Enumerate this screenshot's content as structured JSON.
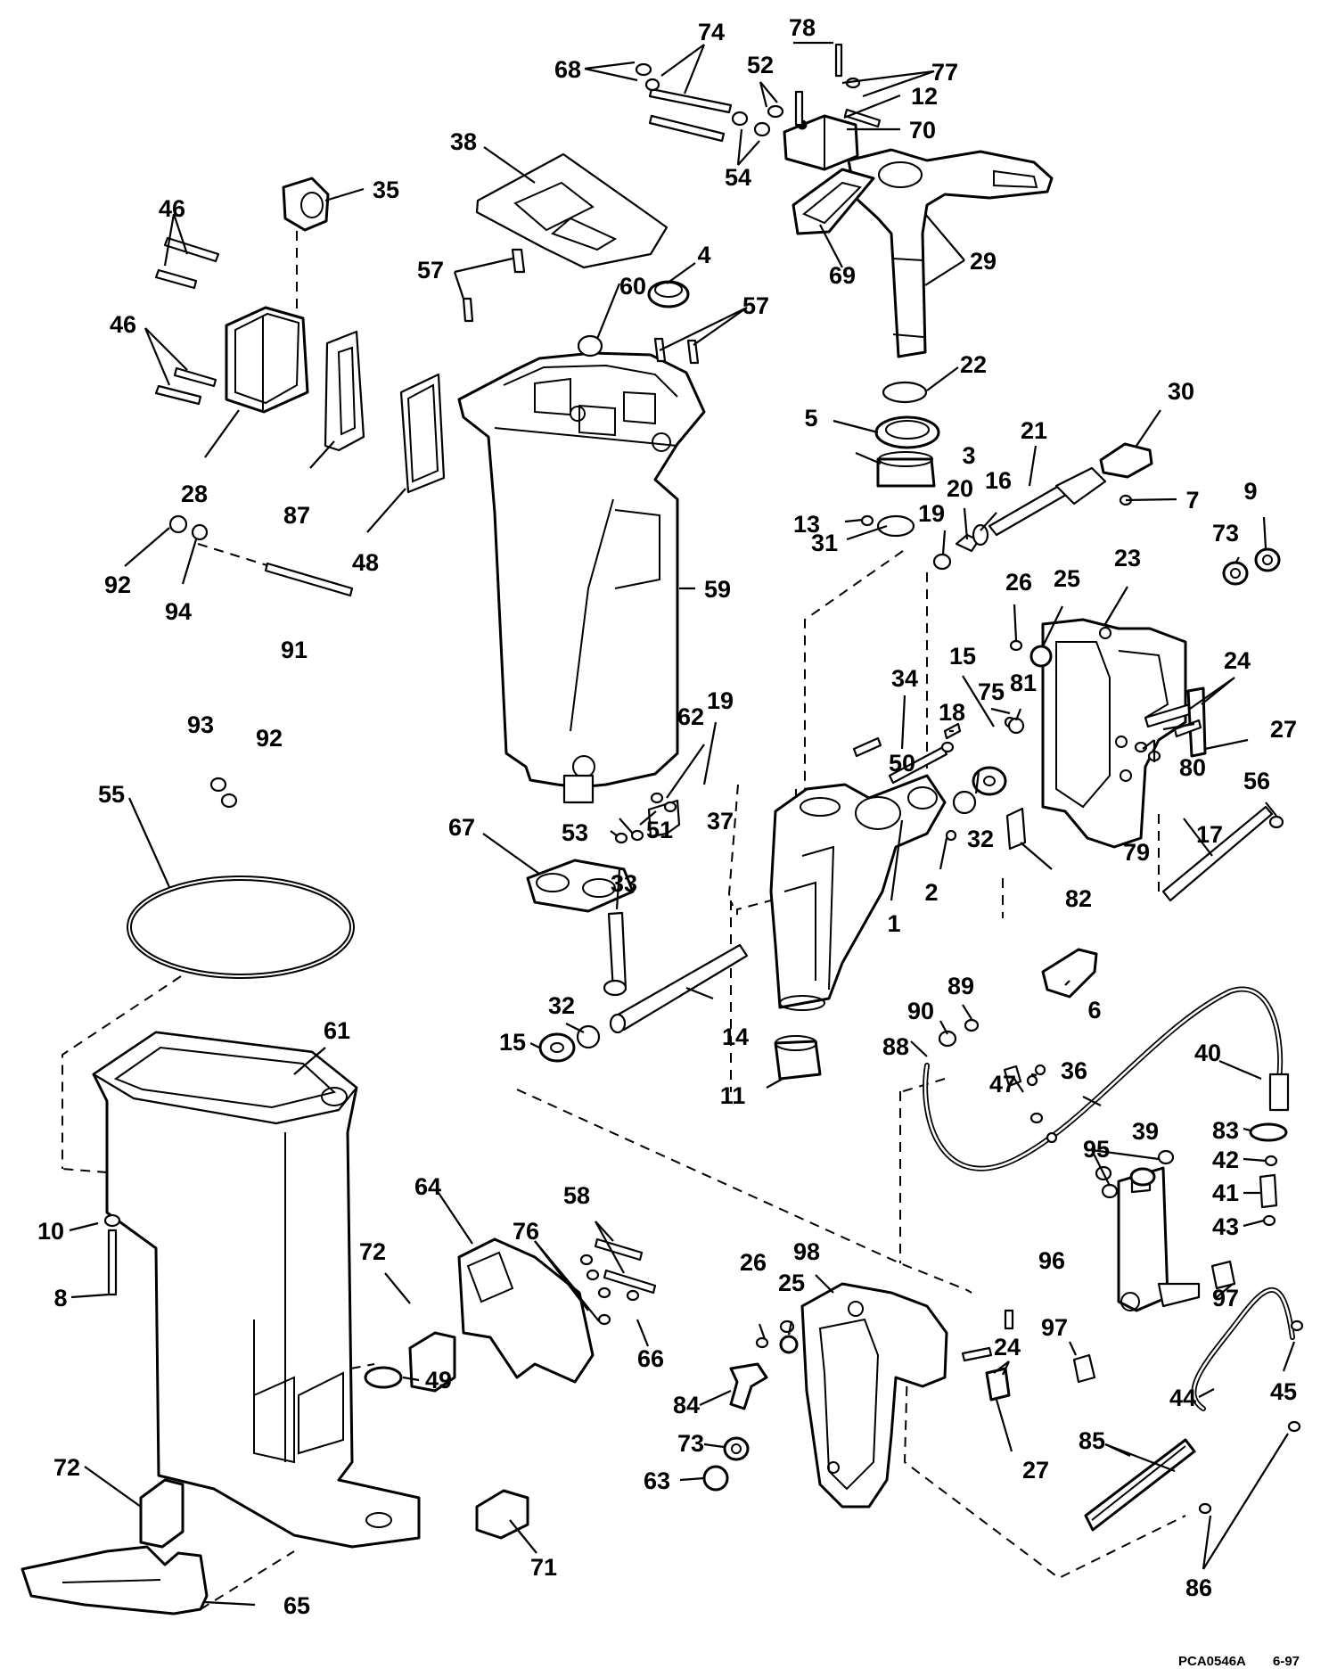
{
  "diagram": {
    "callouts": [
      {
        "id": "c74",
        "text": "74"
      },
      {
        "id": "c78",
        "text": "78"
      },
      {
        "id": "c68",
        "text": "68"
      },
      {
        "id": "c52",
        "text": "52"
      },
      {
        "id": "c77",
        "text": "77"
      },
      {
        "id": "c12",
        "text": "12"
      },
      {
        "id": "c70",
        "text": "70"
      },
      {
        "id": "c54",
        "text": "54"
      },
      {
        "id": "c38",
        "text": "38"
      },
      {
        "id": "c35",
        "text": "35"
      },
      {
        "id": "c46a",
        "text": "46"
      },
      {
        "id": "c46b",
        "text": "46"
      },
      {
        "id": "c69",
        "text": "69"
      },
      {
        "id": "c29",
        "text": "29"
      },
      {
        "id": "c4",
        "text": "4"
      },
      {
        "id": "c57a",
        "text": "57"
      },
      {
        "id": "c60",
        "text": "60"
      },
      {
        "id": "c57b",
        "text": "57"
      },
      {
        "id": "c22",
        "text": "22"
      },
      {
        "id": "c30",
        "text": "30"
      },
      {
        "id": "c5",
        "text": "5"
      },
      {
        "id": "c21",
        "text": "21"
      },
      {
        "id": "c3",
        "text": "3"
      },
      {
        "id": "c20",
        "text": "20"
      },
      {
        "id": "c16",
        "text": "16"
      },
      {
        "id": "c19a",
        "text": "19"
      },
      {
        "id": "c7",
        "text": "7"
      },
      {
        "id": "c9",
        "text": "9"
      },
      {
        "id": "c13",
        "text": "13"
      },
      {
        "id": "c73a",
        "text": "73"
      },
      {
        "id": "c31",
        "text": "31"
      },
      {
        "id": "c28",
        "text": "28"
      },
      {
        "id": "c87",
        "text": "87"
      },
      {
        "id": "c48",
        "text": "48"
      },
      {
        "id": "c59",
        "text": "59"
      },
      {
        "id": "c92a",
        "text": "92"
      },
      {
        "id": "c94",
        "text": "94"
      },
      {
        "id": "c91",
        "text": "91"
      },
      {
        "id": "c23",
        "text": "23"
      },
      {
        "id": "c26a",
        "text": "26"
      },
      {
        "id": "c25a",
        "text": "25"
      },
      {
        "id": "c15a",
        "text": "15"
      },
      {
        "id": "c81",
        "text": "81"
      },
      {
        "id": "c75",
        "text": "75"
      },
      {
        "id": "c34",
        "text": "34"
      },
      {
        "id": "c24a",
        "text": "24"
      },
      {
        "id": "c27a",
        "text": "27"
      },
      {
        "id": "c62",
        "text": "62"
      },
      {
        "id": "c19b",
        "text": "19"
      },
      {
        "id": "c18",
        "text": "18"
      },
      {
        "id": "c50",
        "text": "50"
      },
      {
        "id": "c80",
        "text": "80"
      },
      {
        "id": "c56",
        "text": "56"
      },
      {
        "id": "c93",
        "text": "93"
      },
      {
        "id": "c92b",
        "text": "92"
      },
      {
        "id": "c55",
        "text": "55"
      },
      {
        "id": "c67",
        "text": "67"
      },
      {
        "id": "c53",
        "text": "53"
      },
      {
        "id": "c37",
        "text": "37"
      },
      {
        "id": "c51",
        "text": "51"
      },
      {
        "id": "c32a",
        "text": "32"
      },
      {
        "id": "c79",
        "text": "79"
      },
      {
        "id": "c17",
        "text": "17"
      },
      {
        "id": "c33",
        "text": "33"
      },
      {
        "id": "c2",
        "text": "2"
      },
      {
        "id": "c1",
        "text": "1"
      },
      {
        "id": "c82",
        "text": "82"
      },
      {
        "id": "c89",
        "text": "89"
      },
      {
        "id": "c6",
        "text": "6"
      },
      {
        "id": "c32b",
        "text": "32"
      },
      {
        "id": "c90",
        "text": "90"
      },
      {
        "id": "c61",
        "text": "61"
      },
      {
        "id": "c14",
        "text": "14"
      },
      {
        "id": "c15b",
        "text": "15"
      },
      {
        "id": "c88",
        "text": "88"
      },
      {
        "id": "c40",
        "text": "40"
      },
      {
        "id": "c36",
        "text": "36"
      },
      {
        "id": "c47",
        "text": "47"
      },
      {
        "id": "c11",
        "text": "11"
      },
      {
        "id": "c39",
        "text": "39"
      },
      {
        "id": "c83",
        "text": "83"
      },
      {
        "id": "c95",
        "text": "95"
      },
      {
        "id": "c42",
        "text": "42"
      },
      {
        "id": "c41",
        "text": "41"
      },
      {
        "id": "c64",
        "text": "64"
      },
      {
        "id": "c58",
        "text": "58"
      },
      {
        "id": "c43",
        "text": "43"
      },
      {
        "id": "c10",
        "text": "10"
      },
      {
        "id": "c76",
        "text": "76"
      },
      {
        "id": "c72a",
        "text": "72"
      },
      {
        "id": "c8",
        "text": "8"
      },
      {
        "id": "c26b",
        "text": "26"
      },
      {
        "id": "c98",
        "text": "98"
      },
      {
        "id": "c96",
        "text": "96"
      },
      {
        "id": "c97a",
        "text": "97"
      },
      {
        "id": "c25b",
        "text": "25"
      },
      {
        "id": "c97b",
        "text": "97"
      },
      {
        "id": "c66",
        "text": "66"
      },
      {
        "id": "c24b",
        "text": "24"
      },
      {
        "id": "c49",
        "text": "49"
      },
      {
        "id": "c44",
        "text": "44"
      },
      {
        "id": "c45",
        "text": "45"
      },
      {
        "id": "c84",
        "text": "84"
      },
      {
        "id": "c85",
        "text": "85"
      },
      {
        "id": "c73b",
        "text": "73"
      },
      {
        "id": "c27b",
        "text": "27"
      },
      {
        "id": "c63",
        "text": "63"
      },
      {
        "id": "c72b",
        "text": "72"
      },
      {
        "id": "c71",
        "text": "71"
      },
      {
        "id": "c86",
        "text": "86"
      },
      {
        "id": "c65",
        "text": "65"
      }
    ],
    "footer": {
      "code": "PCA0546A",
      "date": "6-97"
    }
  }
}
